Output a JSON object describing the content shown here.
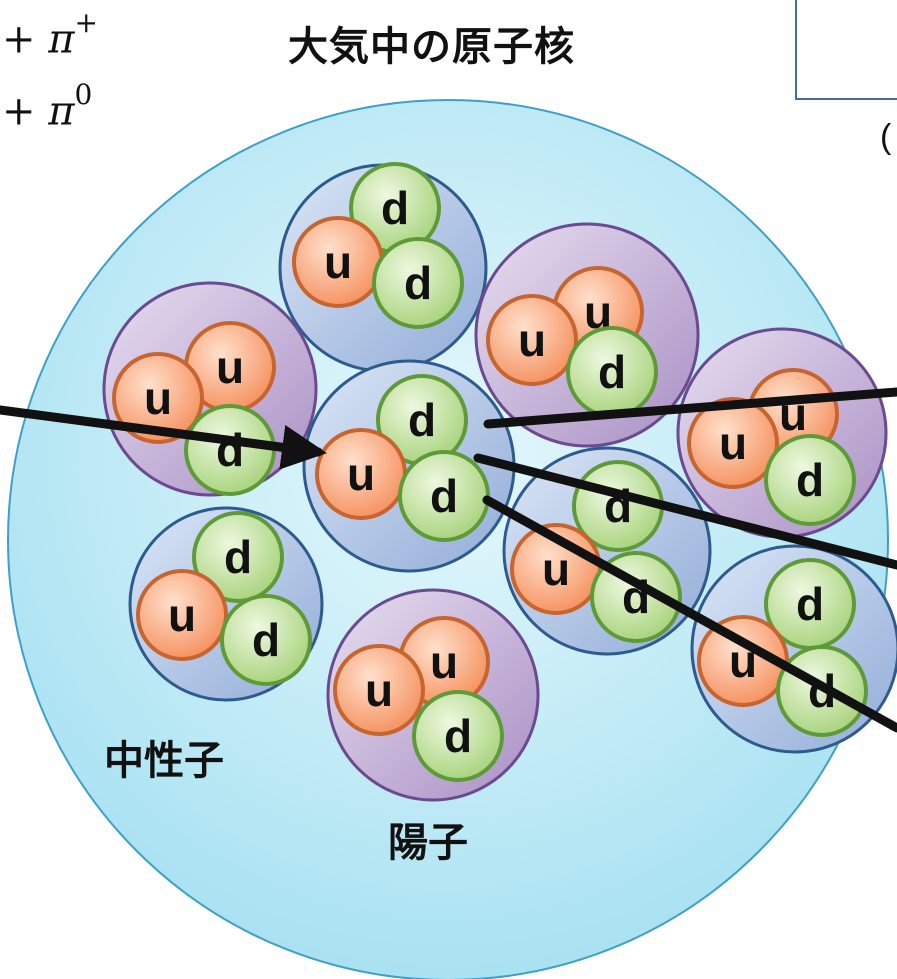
{
  "title": "大気中の原子核",
  "formulas": [
    {
      "op": "+",
      "symbol": "π",
      "sup": "+"
    },
    {
      "op": "+",
      "symbol": "π",
      "sup": "0"
    }
  ],
  "legend": {
    "quark": "d",
    "note": "("
  },
  "labels": {
    "neutron": "中性子",
    "proton": "陽子"
  },
  "colors": {
    "nucleus": "#c8eef8",
    "proton_fill": "#c9b6da",
    "neutron_fill": "#b4c8ea",
    "u_quark": "#f7a478",
    "d_quark": "#b8dc8e"
  },
  "nucleons": [
    {
      "kind": "neutron",
      "quarks": [
        "d",
        "u",
        "d"
      ]
    },
    {
      "kind": "proton",
      "quarks": [
        "u",
        "u",
        "d"
      ]
    },
    {
      "kind": "proton",
      "quarks": [
        "u",
        "u",
        "d"
      ]
    },
    {
      "kind": "neutron",
      "quarks": [
        "d",
        "u",
        "d"
      ]
    },
    {
      "kind": "proton",
      "quarks": [
        "u",
        "u",
        "d"
      ]
    },
    {
      "kind": "neutron",
      "quarks": [
        "d",
        "u",
        "d"
      ]
    },
    {
      "kind": "neutron",
      "quarks": [
        "d",
        "u",
        "d"
      ]
    },
    {
      "kind": "proton",
      "quarks": [
        "u",
        "u",
        "d"
      ]
    },
    {
      "kind": "neutron",
      "quarks": [
        "d",
        "u",
        "d"
      ]
    }
  ]
}
